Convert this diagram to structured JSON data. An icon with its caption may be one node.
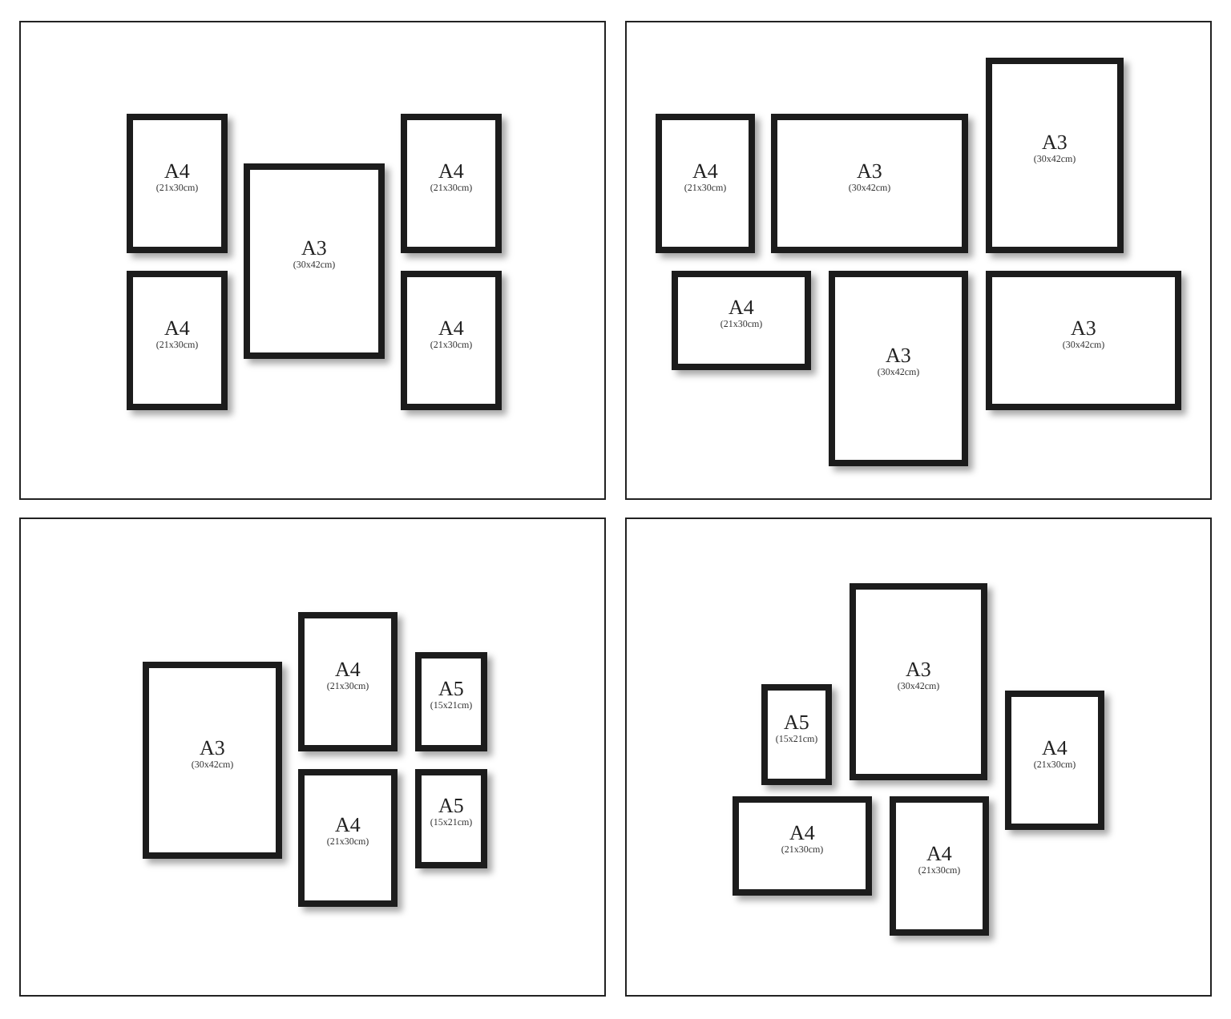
{
  "diagram": {
    "nodes": [
      {
        "text": [],
        "shape": "box"
      },
      {
        "text": [
          "A4",
          "(21x30cm)"
        ],
        "in": 0
      },
      {
        "text": [
          "A4",
          "(21x30cm)"
        ],
        "in": 0
      },
      {
        "text": [
          "A3",
          "(30x42cm)"
        ],
        "in": 0
      },
      {
        "text": [
          "A4",
          "(21x30cm)"
        ],
        "in": 0
      },
      {
        "text": [
          "A4",
          "(21x30cm)"
        ],
        "in": 0
      },
      {
        "text": [],
        "shape": "box"
      },
      {
        "text": [
          "A3",
          "(30x42cm)"
        ],
        "in": 6
      },
      {
        "text": [
          "A4",
          "(21x30cm)"
        ],
        "in": 6
      },
      {
        "text": [
          "A3",
          "(30x42cm)"
        ],
        "in": 6
      },
      {
        "text": [
          "A4",
          "(21x30cm)"
        ],
        "in": 6
      },
      {
        "text": [
          "A3",
          "(30x42cm)"
        ],
        "in": 6
      },
      {
        "text": [
          "A3",
          "(30x42cm)"
        ],
        "in": 6
      },
      {
        "text": [],
        "shape": "box"
      },
      {
        "text": [
          "A4",
          "(21x30cm)"
        ],
        "in": 13
      },
      {
        "text": [
          "A5",
          "(15x21cm)"
        ],
        "in": 13
      },
      {
        "text": [
          "A3",
          "(30x42cm)"
        ],
        "in": 13
      },
      {
        "text": [
          "A4",
          "(21x30cm)"
        ],
        "in": 13
      },
      {
        "text": [
          "A5",
          "(15x21cm)"
        ],
        "in": 13
      },
      {
        "text": [],
        "shape": "box"
      },
      {
        "text": [
          "A3",
          "(30x42cm)"
        ],
        "in": 19
      },
      {
        "text": [
          "A5",
          "(15x21cm)"
        ],
        "in": 19
      },
      {
        "text": [
          "A4",
          "(21x30cm)"
        ],
        "in": 19
      },
      {
        "text": [
          "A4",
          "(21x30cm)"
        ],
        "in": 19
      },
      {
        "text": [
          "A4",
          "(21x30cm)"
        ],
        "in": 19
      }
    ]
  }
}
